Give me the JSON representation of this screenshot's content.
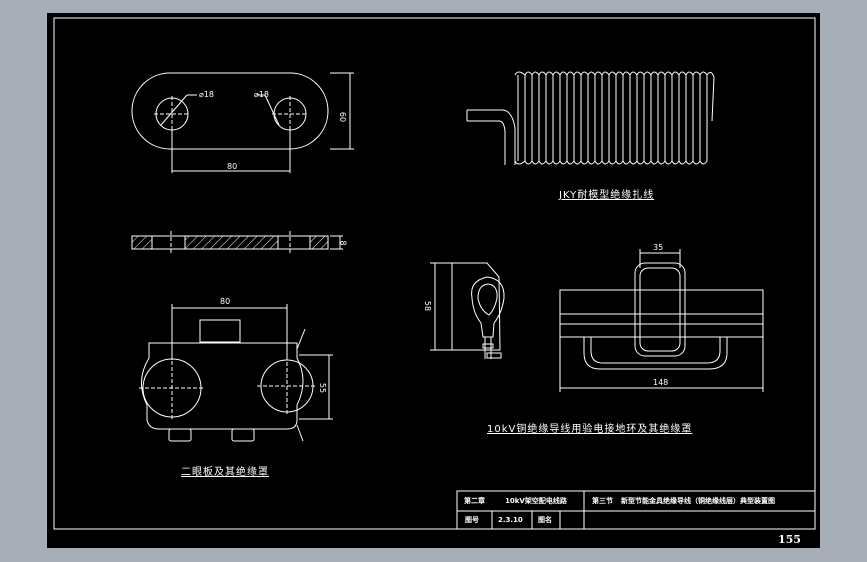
{
  "colors": {
    "frame_bg": "#a7aeb8",
    "sheet": "#000000",
    "line": "#ffffff"
  },
  "drawings": {
    "plate_top": {
      "dia_left": "⌀18",
      "dia_right": "⌀18",
      "width_dim": "80",
      "height_dim": "60"
    },
    "plate_section": {
      "thickness_dim": "8"
    },
    "insulated_clamp": {
      "width_dim": "80",
      "height_dim": "55",
      "caption": "二眼板及其绝缘罩"
    },
    "tie_wire": {
      "caption": "JKY耐模型绝缘扎线"
    },
    "ring_cover": {
      "height_dim": "58"
    },
    "ground_ring": {
      "top_dim": "35",
      "bottom_dim": "148"
    },
    "ring_caption": "10kV铜绝缘导线用验电接地环及其绝缘罩"
  },
  "title_block": {
    "chapter": "第二章",
    "chapter_title": "10kV架空配电线路",
    "section": "第三节",
    "section_title": "新型节能金具绝缘导线（铜绝缘线层）典型装置图",
    "figure_label": "图号",
    "figure_no": "2.3.10",
    "name_label": "图名"
  },
  "page_number": "155"
}
